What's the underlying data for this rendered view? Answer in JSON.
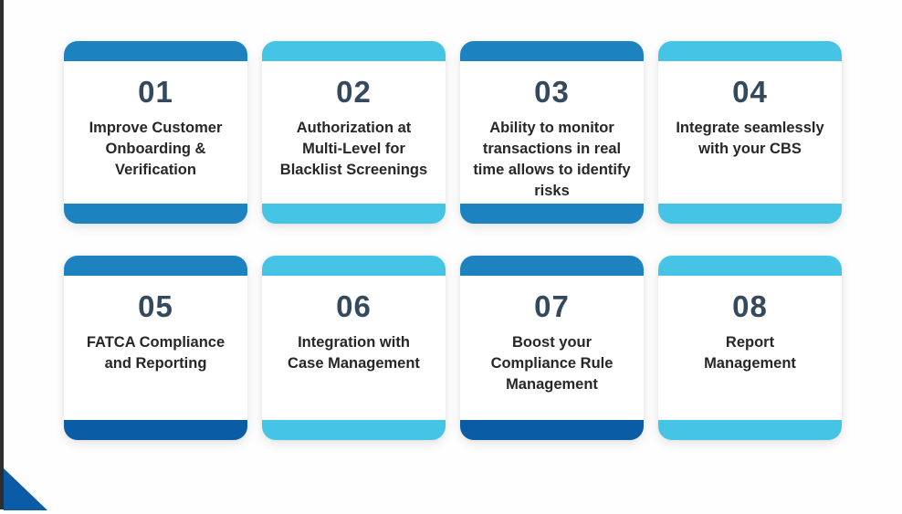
{
  "page": {
    "background_color": "#fefefe",
    "left_edge_bar_color": "#2e2e2e",
    "corner_triangle_color": "#0b5ba6"
  },
  "colors": {
    "blue": "#1d82c0",
    "dark_blue": "#0a5ca5",
    "cyan": "#45c4e6",
    "number_color": "#35495e",
    "text_color": "#272727"
  },
  "cards": [
    {
      "number": "01",
      "text": "Improve Customer\nOnboarding &\nVerification",
      "top_bar": "#1d82c0",
      "bottom_bar": "#1d82c0"
    },
    {
      "number": "02",
      "text": "Authorization at\nMulti-Level for\nBlacklist Screenings",
      "top_bar": "#45c4e6",
      "bottom_bar": "#45c4e6"
    },
    {
      "number": "03",
      "text": "Ability to monitor\ntransactions in real\ntime allows to identify\nrisks",
      "top_bar": "#1d82c0",
      "bottom_bar": "#1d82c0"
    },
    {
      "number": "04",
      "text": "Integrate seamlessly\nwith your CBS",
      "top_bar": "#45c4e6",
      "bottom_bar": "#45c4e6"
    },
    {
      "number": "05",
      "text": "FATCA Compliance\nand Reporting",
      "top_bar": "#1d82c0",
      "bottom_bar": "#0a5ca5"
    },
    {
      "number": "06",
      "text": "Integration with\nCase Management",
      "top_bar": "#45c4e6",
      "bottom_bar": "#45c4e6"
    },
    {
      "number": "07",
      "text": "Boost your\nCompliance Rule\nManagement",
      "top_bar": "#1d82c0",
      "bottom_bar": "#0a5ca5"
    },
    {
      "number": "08",
      "text": "Report\nManagement",
      "top_bar": "#45c4e6",
      "bottom_bar": "#45c4e6"
    }
  ]
}
